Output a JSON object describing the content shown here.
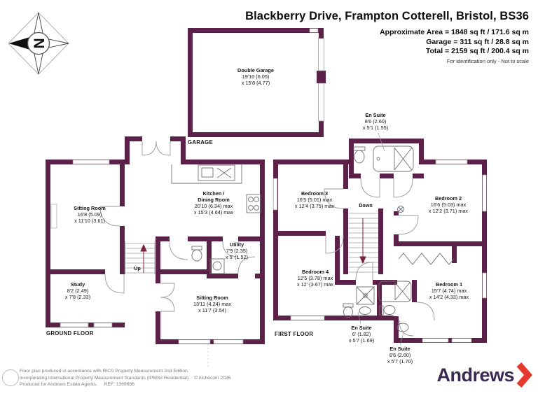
{
  "header": {
    "title": "Blackberry Drive, Frampton Cotterell, Bristol, BS36",
    "area_line1": "Approximate Area = 1848 sq ft / 171.6 sq m",
    "area_line2": "Garage = 311 sq ft / 28.8 sq m",
    "area_line3": "Total = 2159 sq ft / 200.4 sq m",
    "disclaimer": "For identification only - Not to scale"
  },
  "compass_letter": "N",
  "garage": {
    "section_label": "GARAGE",
    "room": {
      "name": "Double Garage",
      "dims": [
        "19'10 (6.05)",
        "x 15'8 (4.77)"
      ]
    }
  },
  "ground_floor": {
    "section_label": "GROUND FLOOR",
    "stairs_label": "Up",
    "rooms": {
      "sitting_room": {
        "name": "Sitting Room",
        "dims": [
          "16'8 (5.09)",
          "x 11'10 (3.61)"
        ]
      },
      "study": {
        "name": "Study",
        "dims": [
          "8'2 (2.49)",
          "x 7'8 (2.33)"
        ]
      },
      "kitchen": {
        "name": "Kitchen /",
        "name2": "Dining Room",
        "dims": [
          "20'10 (6.34) max",
          "x 15'3 (4.64) max"
        ]
      },
      "utility": {
        "name": "Utility",
        "dims": [
          "7'9 (2.35)",
          "x 5' (1.52)"
        ]
      },
      "sitting_room2": {
        "name": "Sitting Room",
        "dims": [
          "13'11 (4.24) max",
          "x 11'7 (3.54)"
        ]
      }
    }
  },
  "first_floor": {
    "section_label": "FIRST FLOOR",
    "stairs_label": "Down",
    "rooms": {
      "ensuite_top": {
        "name": "En Suite",
        "dims": [
          "8'6 (2.60)",
          "x 5'1 (1.55)"
        ]
      },
      "bedroom3": {
        "name": "Bedroom 3",
        "dims": [
          "16'5 (5.01) max",
          "x 12'4 (3.75) max"
        ]
      },
      "bedroom2": {
        "name": "Bedroom 2",
        "dims": [
          "16'6 (5.03) max",
          "x 12'2 (3.71) max"
        ]
      },
      "bedroom4": {
        "name": "Bedroom 4",
        "dims": [
          "12'5 (3.78) max",
          "x 12' (3.67) max"
        ]
      },
      "bedroom1": {
        "name": "Bedroom 1",
        "dims": [
          "15'7 (4.74) max",
          "x 14'2 (4.33) max"
        ]
      },
      "ensuite_mid": {
        "name": "En Suite",
        "dims": [
          "6' (1.82)",
          "x 5'7 (1.69)"
        ]
      },
      "ensuite_bottom": {
        "name": "En Suite",
        "dims": [
          "8'6 (2.60)",
          "x 5'7 (1.70)"
        ]
      }
    }
  },
  "footer": {
    "line1": "Floor plan produced in accordance with RICS Property Measurement 2nd Edition.",
    "line2": "Incorporating International Property Measurement Standards (IPMS2 Residential).",
    "copyright": "© nichecom 2025.",
    "line3": "Produced for Andrews Estate Agents.",
    "ref": "REF: 1369686",
    "brand": "Andrews"
  },
  "colors": {
    "wall": "#5b2148",
    "brand_purple": "#3a2953",
    "brand_red": "#e63a30"
  }
}
